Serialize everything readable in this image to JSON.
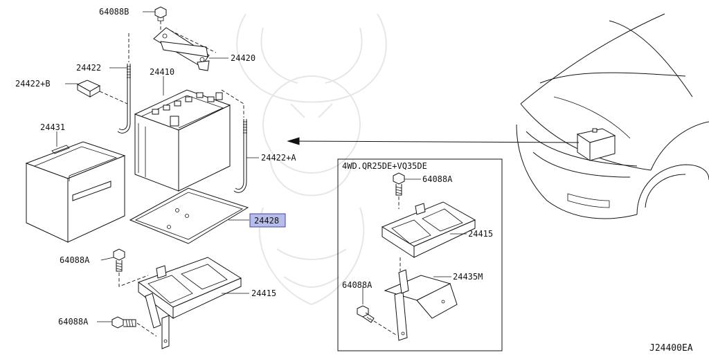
{
  "callouts": {
    "bolt_top": "64088B",
    "clamp": "24420",
    "rod_left": "24422",
    "clamp_b": "24422+B",
    "battery": "24410",
    "battery_case": "24431",
    "rod_right": "24422+A",
    "battery_mat": "24428",
    "bolt_mid": "64088A",
    "bolt_bottom": "64088A",
    "tray": "24415"
  },
  "inset": {
    "title": "4WD.QR25DE+VQ35DE",
    "bolt_top": "64088A",
    "tray": "24415",
    "bracket": "24435M",
    "bolt_bottom": "64088A"
  },
  "diagram_code": "J24400EA",
  "colors": {
    "highlight_fill": "#b8bde8",
    "highlight_border": "#3a46a8",
    "line": "#111111",
    "watermark": "#e6e6e6"
  }
}
